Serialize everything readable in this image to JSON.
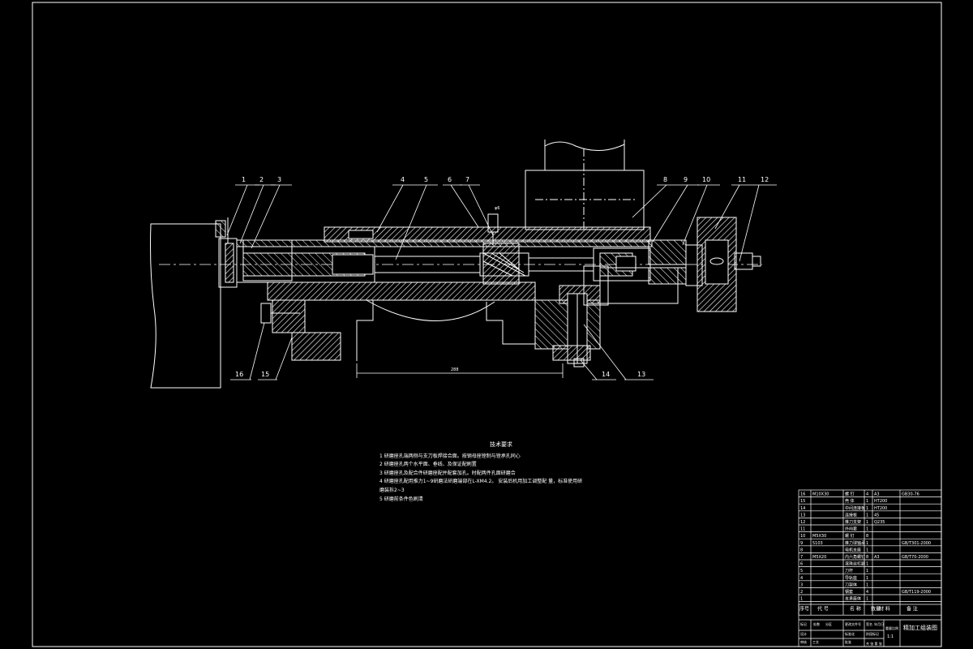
{
  "drawing": {
    "balloons": [
      "1",
      "2",
      "3",
      "4",
      "5",
      "6",
      "7",
      "8",
      "9",
      "10",
      "11",
      "12",
      "13",
      "14",
      "15",
      "16"
    ],
    "dimension_label": "288",
    "small_label": "φ6"
  },
  "notes": {
    "title": "技术要求",
    "lines": [
      "1 研磨座孔端两侧与支刀板焊接合面。按钢母座镗制与镗承孔同心",
      "2 研磨座孔两个水平面、垂线、及保证配刷置",
      "3 研磨座孔及配合件研磨座配并配套加孔。时配两件孔面研磨合",
      "4 研磨座孔配用推力1~9研磨法研磨端部在L-XM4.2。 安装后机用加工调整配 量，标准使用研",
      "   磨装拆2~3",
      "5 研磨前条件色刷清"
    ]
  },
  "bom": {
    "rows": [
      {
        "no": "16",
        "code": "M10X30",
        "name": "螺 钉",
        "qty": "4",
        "mat": "A3",
        "note": "GB30-76"
      },
      {
        "no": "15",
        "code": "",
        "name": "壳 体",
        "qty": "1",
        "mat": "HT200",
        "note": ""
      },
      {
        "no": "14",
        "code": "",
        "name": "中间连接板",
        "qty": "1",
        "mat": "HT200",
        "note": ""
      },
      {
        "no": "13",
        "code": "",
        "name": "连接板",
        "qty": "1",
        "mat": "45",
        "note": ""
      },
      {
        "no": "12",
        "code": "",
        "name": "推刀支架",
        "qty": "1",
        "mat": "Q235",
        "note": ""
      },
      {
        "no": "11",
        "code": "",
        "name": "外向套",
        "qty": "1",
        "mat": "",
        "note": ""
      },
      {
        "no": "10",
        "code": "M5X30",
        "name": "螺 钉",
        "qty": "8",
        "mat": "",
        "note": ""
      },
      {
        "no": "9",
        "code": "5103",
        "name": "推力球轴承",
        "qty": "1",
        "mat": "",
        "note": "GB/T301-2000"
      },
      {
        "no": "8",
        "code": "",
        "name": "电机支座",
        "qty": "1",
        "mat": "",
        "note": ""
      },
      {
        "no": "7",
        "code": "M5X20",
        "name": "内六角螺钉",
        "qty": "8",
        "mat": "A3",
        "note": "GB/T70-2000"
      },
      {
        "no": "6",
        "code": "",
        "name": "滚珠丝杠副",
        "qty": "1",
        "mat": "",
        "note": ""
      },
      {
        "no": "5",
        "code": "",
        "name": "刀杆",
        "qty": "1",
        "mat": "",
        "note": ""
      },
      {
        "no": "4",
        "code": "",
        "name": "导轨座",
        "qty": "1",
        "mat": "",
        "note": ""
      },
      {
        "no": "3",
        "code": "",
        "name": "刀架体",
        "qty": "1",
        "mat": "",
        "note": ""
      },
      {
        "no": "2",
        "code": "",
        "name": "钢套",
        "qty": "4",
        "mat": "",
        "note": "GB/T119-2000"
      },
      {
        "no": "1",
        "code": "",
        "name": "支承座体",
        "qty": "1",
        "mat": "",
        "note": ""
      }
    ],
    "header": {
      "no": "序号",
      "code": "代 号",
      "name": "名 称",
      "qty": "数量",
      "mat": "材 料",
      "note": "备 注"
    }
  },
  "title_block": {
    "drawing_title": "精加工组装图",
    "cells": [
      "标记",
      "处数",
      "分区",
      "更改文件号",
      "签名",
      "年月日",
      "设计",
      "标准化",
      "审核",
      "工艺",
      "批准",
      "阶段标记",
      "重量",
      "比例",
      "1:1",
      "共 张 第 张"
    ]
  },
  "colors": {
    "bg": "#000000",
    "line": "#ffffff",
    "hatch": "#ffffff",
    "grey": "#9a9a9a"
  }
}
